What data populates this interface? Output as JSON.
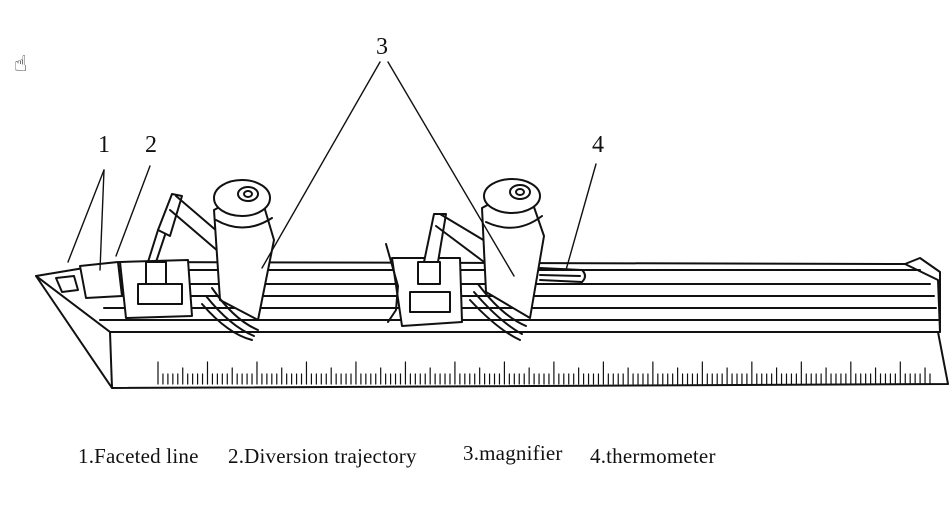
{
  "callouts": [
    {
      "id": "1",
      "label": "1"
    },
    {
      "id": "2",
      "label": "2"
    },
    {
      "id": "3",
      "label": "3"
    },
    {
      "id": "4",
      "label": "4"
    }
  ],
  "legend": [
    "1.Faceted line",
    "2.Diversion trajectory",
    "3.magnifier",
    "4.thermometer"
  ],
  "icons": {
    "cursor": "hand-cursor-icon",
    "cursor_glyph": "☝"
  }
}
